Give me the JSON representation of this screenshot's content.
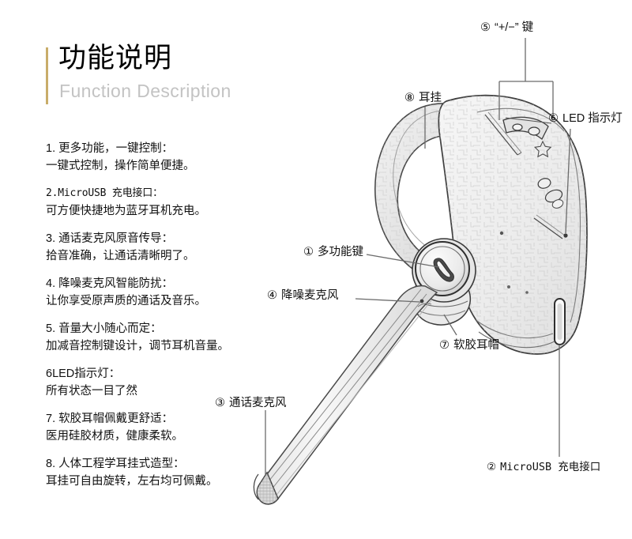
{
  "header": {
    "title_cn": "功能说明",
    "title_en": "Function Description",
    "accent_color": "#c9ad6a"
  },
  "features": [
    {
      "line1": "1. 更多功能，一键控制：",
      "line2": "一键式控制，操作简单便捷。"
    },
    {
      "line1": "2.MicroUSB 充电接口：",
      "line2": "可方便快捷地为蓝牙耳机充电。"
    },
    {
      "line1": "3. 通话麦克风原音传导：",
      "line2": "拾音准确，让通话清晰明了。"
    },
    {
      "line1": "4. 降噪麦克风智能防扰：",
      "line2": "让你享受原声质的通话及音乐。"
    },
    {
      "line1": "5. 音量大小随心而定：",
      "line2": "加减音控制键设计，调节耳机音量。"
    },
    {
      "line1": "6LED指示灯：",
      "line2": "所有状态一目了然"
    },
    {
      "line1": "7. 软胶耳帽佩戴更舒适：",
      "line2": "医用硅胶材质，健康柔软。"
    },
    {
      "line1": "8. 人体工程学耳挂式造型：",
      "line2": "耳挂可自由旋转，左右均可佩戴。"
    }
  ],
  "callouts": {
    "c1": {
      "num": "①",
      "label": "多功能键"
    },
    "c2": {
      "num": "②",
      "label": "MicroUSB 充电接口"
    },
    "c3": {
      "num": "③",
      "label": "通话麦克风"
    },
    "c4": {
      "num": "④",
      "label": "降噪麦克风"
    },
    "c5": {
      "num": "⑤",
      "label": "“+/−” 键"
    },
    "c6": {
      "num": "⑥",
      "label": "LED 指示灯"
    },
    "c7": {
      "num": "⑦",
      "label": "软胶耳帽"
    },
    "c8": {
      "num": "⑧",
      "label": "耳挂"
    }
  },
  "illustration": {
    "subject": "bluetooth-headset-line-drawing",
    "leader_line_color": "#6b6b6b",
    "body_fill": "#f0f0f0",
    "outline_color": "#3a3a3a"
  }
}
